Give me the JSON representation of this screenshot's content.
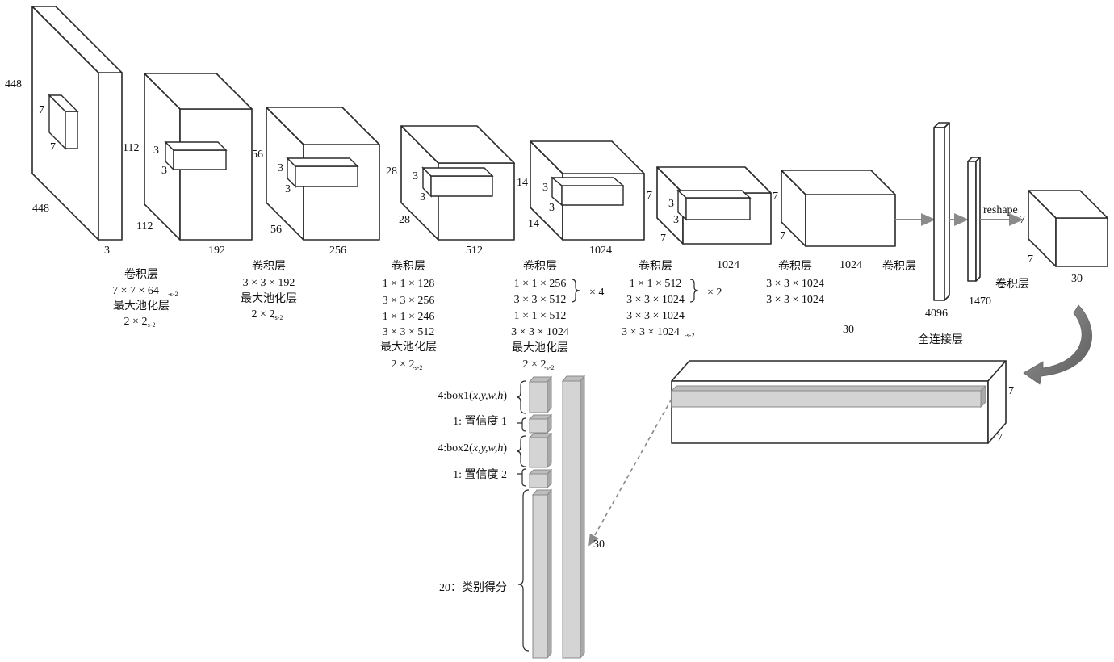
{
  "blocks": [
    {
      "dims": [
        "448",
        "448",
        "3"
      ],
      "kernel": [
        "7",
        "7"
      ],
      "label_lines": [
        "卷积层",
        "7 × 7 × 64",
        "最大池化层",
        "2 × 2"
      ],
      "sub_marks": [
        "-s-2",
        "-s-2"
      ]
    },
    {
      "dims": [
        "112",
        "112",
        "192"
      ],
      "kernel": [
        "3",
        "3"
      ],
      "label_lines": [
        "卷积层",
        "3 × 3 × 192",
        "最大池化层",
        "2 × 2"
      ],
      "sub_marks": [
        "-s-2"
      ]
    },
    {
      "dims": [
        "56",
        "56",
        "256"
      ],
      "kernel": [
        "3",
        "3"
      ],
      "label_lines": [
        "卷积层",
        "1 × 1 × 128",
        "3 × 3 × 256",
        "1 × 1 × 246",
        "3 × 3 × 512",
        "最大池化层",
        "2 × 2"
      ],
      "sub_marks": [
        "-s-2"
      ]
    },
    {
      "dims": [
        "28",
        "28",
        "512"
      ],
      "kernel": [
        "3",
        "3"
      ],
      "label_lines": [
        "卷积层",
        "1 × 1 × 256",
        "3 × 3 × 512",
        "1 × 1 × 512",
        "3 × 3 × 1024",
        "最大池化层",
        "2 × 2"
      ],
      "repeat": "× 4",
      "sub_marks": [
        "-s-2"
      ]
    },
    {
      "dims": [
        "14",
        "14",
        "1024"
      ],
      "kernel": [
        "3",
        "3"
      ],
      "label_lines": [
        "卷积层",
        "1 × 1 × 512",
        "3 × 3 × 1024",
        "3 × 3 × 1024",
        "3 × 3 × 1024"
      ],
      "repeat": "× 2",
      "sub_marks": [
        "-s-2"
      ]
    },
    {
      "dims": [
        "7",
        "7",
        "1024"
      ],
      "kernel": [
        "3",
        "3"
      ],
      "label_lines": [
        "卷积层",
        "3 × 3 × 1024",
        "3 × 3 × 1024"
      ]
    },
    {
      "dims": [
        "7",
        "1024"
      ],
      "label_lines": [
        "卷积层"
      ]
    }
  ],
  "fc": {
    "fc1": "4096",
    "fc2": "1470",
    "fc_label": "全连接层",
    "reshape": "reshape"
  },
  "output_cube": {
    "dims": [
      "7",
      "7",
      "30"
    ],
    "label": "卷积层",
    "depth_below": "30"
  },
  "tensor": {
    "h": "7",
    "w": "7"
  },
  "vector": {
    "length": "30",
    "segments": [
      {
        "label_pre": "4:box1(",
        "label_vars": "x,y,w,h",
        "label_post": ")"
      },
      {
        "label_pre": "1: 置信度 1",
        "label_vars": "",
        "label_post": ""
      },
      {
        "label_pre": "4:box2(",
        "label_vars": "x,y,w,h",
        "label_post": ")"
      },
      {
        "label_pre": "1: 置信度 2",
        "label_vars": "",
        "label_post": ""
      },
      {
        "label_pre": "20：类别得分",
        "label_vars": "",
        "label_post": ""
      }
    ]
  },
  "colors": {
    "line": "#2a2a2a",
    "gray_fill": "#d4d4d4",
    "arrow_gray": "#8a8a8a"
  }
}
